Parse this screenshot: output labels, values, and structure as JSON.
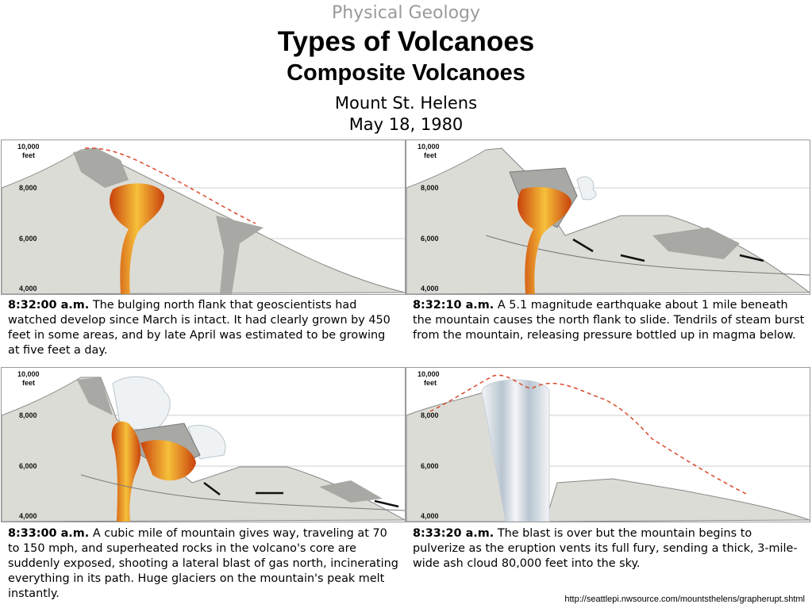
{
  "header": {
    "course": "Physical Geology",
    "title": "Types of Volcanoes",
    "subtitle": "Composite Volcanoes",
    "mountain": "Mount St. Helens",
    "date": "May 18, 1980"
  },
  "elevation_labels": [
    "10,000",
    "feet",
    "8,000",
    "6,000",
    "4,000"
  ],
  "panels": [
    {
      "time": "8:32:00 a.m.",
      "text": "The bulging north flank that geoscientists had watched develop since March is intact. It had clearly grown by 450 feet in some areas, and by late April was estimated to be growing at five feet a day."
    },
    {
      "time": "8:32:10 a.m.",
      "text": "A 5.1 magnitude earthquake about 1 mile beneath the mountain causes the north flank to slide. Tendrils of steam burst from the mountain, releasing pressure bottled up in magma below."
    },
    {
      "time": "8:33:00 a.m.",
      "text": "A cubic mile of mountain gives way, traveling at 70 to 150 mph, and superheated rocks in the volcano's core are suddenly exposed, shooting a lateral blast of gas north, incinerating everything in its path. Huge glaciers on the mountain's peak melt instantly."
    },
    {
      "time": "8:33:20 a.m.",
      "text": "The blast is over but the mountain begins to pulverize as the eruption vents its full fury, sending a thick, 3-mile-wide ash cloud 80,000 feet into the sky."
    }
  ],
  "source": "http://seattlepi.nwsource.com/mountsthelens/grapherupt.shtml",
  "colors": {
    "magma_core": "#f7c03a",
    "magma_edge": "#c8420c",
    "rock": "#dcdcd6",
    "rock_dark": "#a8a8a4",
    "dashed_profile": "#d9492a"
  }
}
